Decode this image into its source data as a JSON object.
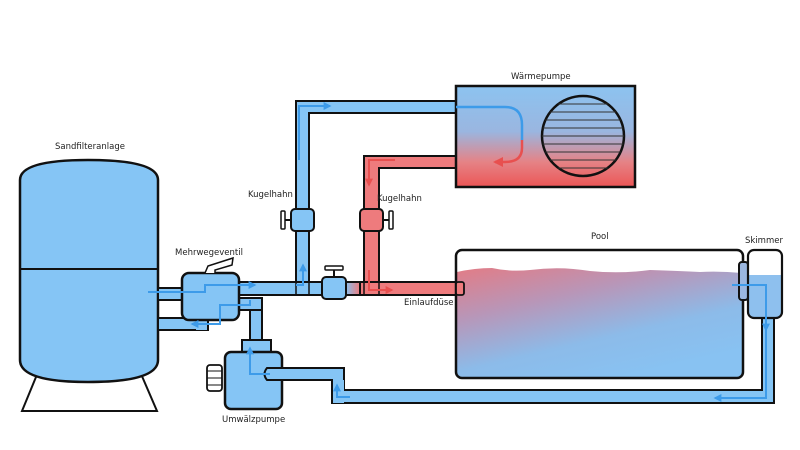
{
  "labels": {
    "sandfilter": "Sandfilteranlage",
    "multiport_valve": "Mehrwegeventil",
    "pump": "Umwälzpumpe",
    "heat_pump": "Wärmepumpe",
    "ball_valve_left": "Kugelhahn",
    "ball_valve_right": "Kugelhahn",
    "pool": "Pool",
    "skimmer": "Skimmer",
    "inlet_nozzle": "Einlaufdüse"
  },
  "colors": {
    "cold_water": "#85c5f5",
    "cold_flow": "#3d9be9",
    "warm_water": "#ee7b7d",
    "warm_flow": "#e8504f",
    "outline": "#111111"
  }
}
